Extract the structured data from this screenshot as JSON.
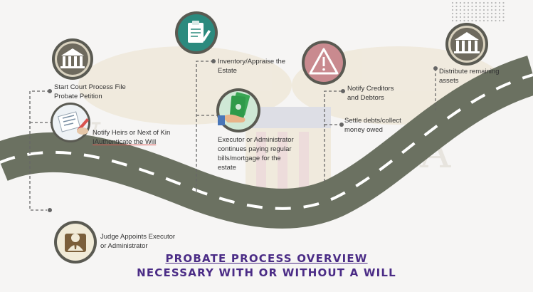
{
  "colors": {
    "road": "#6b7161",
    "road_dash": "#ffffff",
    "connector": "#666666",
    "title": "#4b2c86",
    "icon_bg_dark": "#5a5a52",
    "icon_teal": "#2b8a7e",
    "icon_rose": "#c98a8f",
    "icon_cream": "#f1ebd8"
  },
  "steps": [
    {
      "icon": "courthouse-icon",
      "lines": [
        "Start  Court Process File",
        "Probate Petition"
      ]
    },
    {
      "icon": "document-signing-icon",
      "lines": [
        "Notify Heirs or Next of Kin",
        "IAuthenticate the Will"
      ]
    },
    {
      "icon": "executor-person-icon",
      "lines": [
        "Judge Appoints Executor",
        "or Administrator"
      ]
    },
    {
      "icon": "clipboard-checklist-icon",
      "lines": [
        "Inventory/Appraise the",
        "Estate"
      ]
    },
    {
      "icon": "money-hand-icon",
      "lines": [
        "Executor or Administrator",
        "continues paying regular",
        "bills/mortgage for the",
        "estate"
      ]
    },
    {
      "icon": "warning-triangle-icon",
      "lines": [
        "Notify Creditors",
        "and Debtors"
      ]
    },
    {
      "lines": [
        "Settle debts/collect",
        "money owed"
      ]
    },
    {
      "icon": "courthouse-icon",
      "lines": [
        "Distribute remaining",
        "assets"
      ]
    }
  ],
  "title": {
    "line1": "PROBATE PROCESS OVERVIEW",
    "line2": "NECESSARY WITH OR WITHOUT A WILL"
  }
}
